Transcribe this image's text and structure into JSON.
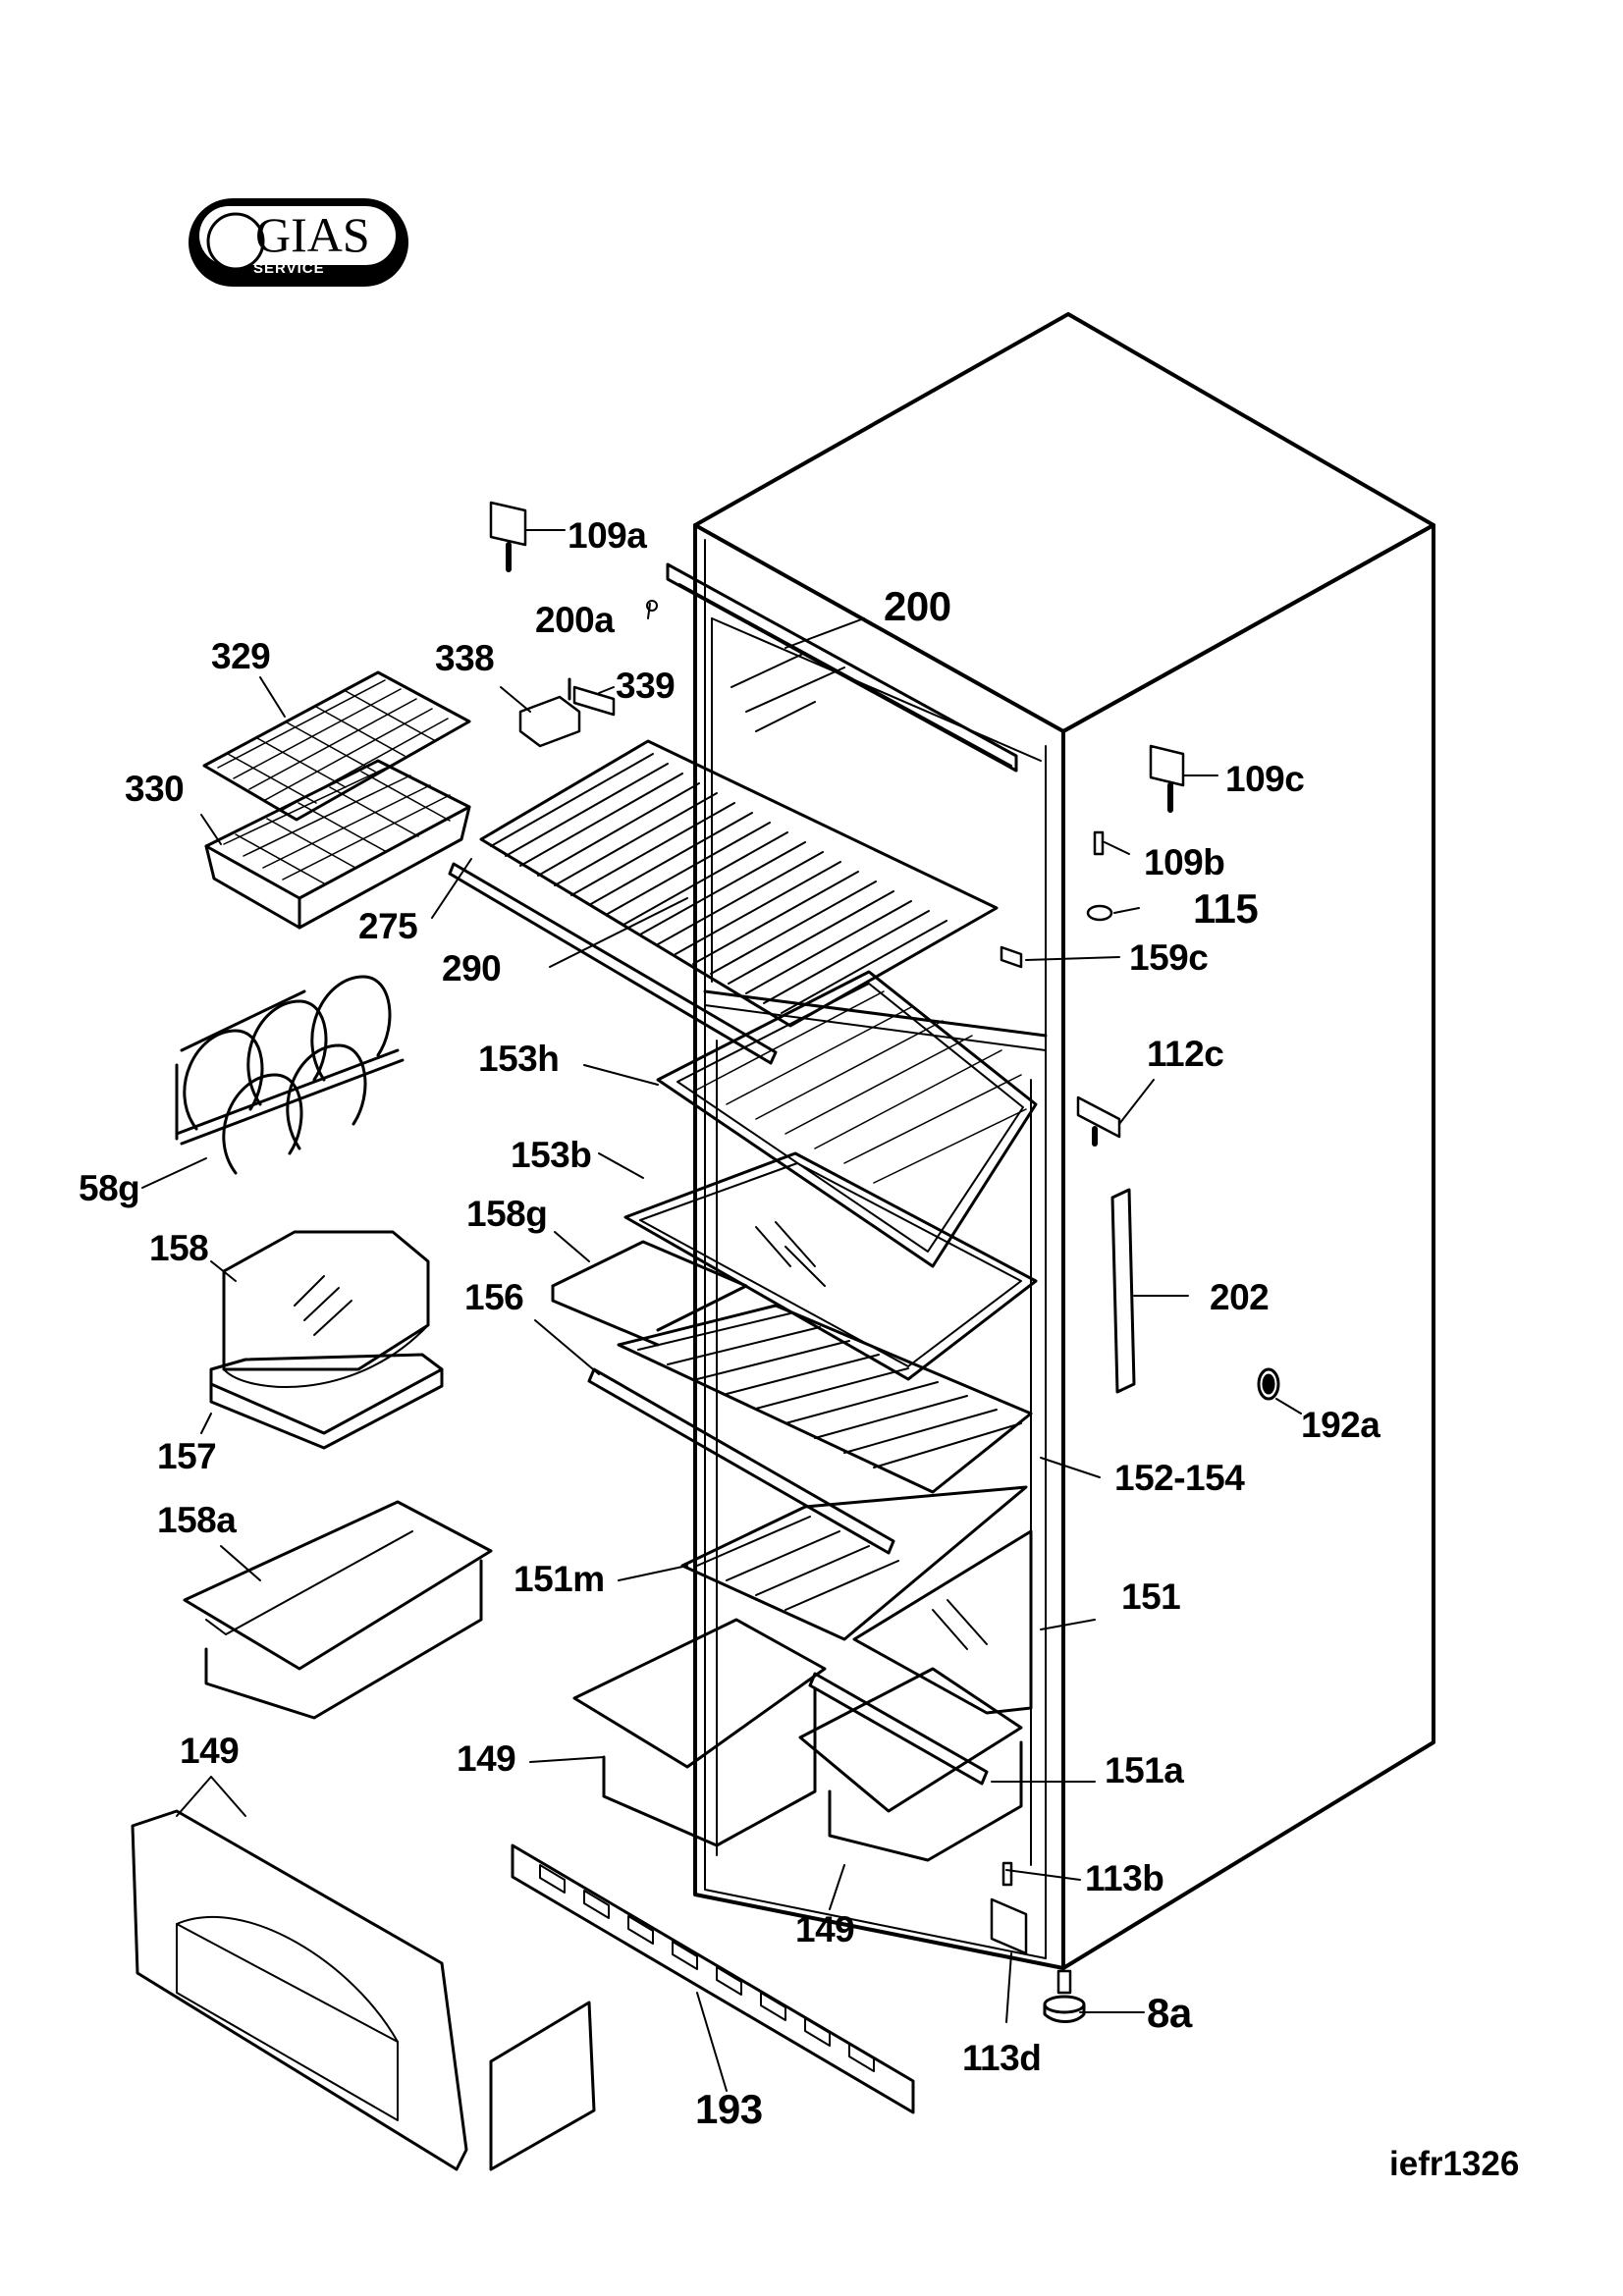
{
  "logo": {
    "wordmark": "GIAS",
    "sub": "SERVICE"
  },
  "drawing_ref": "iefr1326",
  "labels": [
    {
      "id": "109a",
      "text": "109a"
    },
    {
      "id": "200a",
      "text": "200a"
    },
    {
      "id": "200",
      "text": "200"
    },
    {
      "id": "329",
      "text": "329"
    },
    {
      "id": "338",
      "text": "338"
    },
    {
      "id": "339",
      "text": "339"
    },
    {
      "id": "330",
      "text": "330"
    },
    {
      "id": "109c",
      "text": "109c"
    },
    {
      "id": "109b",
      "text": "109b"
    },
    {
      "id": "115",
      "text": "115"
    },
    {
      "id": "275",
      "text": "275"
    },
    {
      "id": "290",
      "text": "290"
    },
    {
      "id": "159c",
      "text": "159c"
    },
    {
      "id": "153h",
      "text": "153h"
    },
    {
      "id": "112c",
      "text": "112c"
    },
    {
      "id": "58g",
      "text": "58g"
    },
    {
      "id": "153b",
      "text": "153b"
    },
    {
      "id": "158",
      "text": "158"
    },
    {
      "id": "158g",
      "text": "158g"
    },
    {
      "id": "156",
      "text": "156"
    },
    {
      "id": "202",
      "text": "202"
    },
    {
      "id": "192a",
      "text": "192a"
    },
    {
      "id": "157",
      "text": "157"
    },
    {
      "id": "152-154",
      "text": "152-154"
    },
    {
      "id": "158a",
      "text": "158a"
    },
    {
      "id": "151m",
      "text": "151m"
    },
    {
      "id": "151",
      "text": "151"
    },
    {
      "id": "149_left",
      "text": "149"
    },
    {
      "id": "149_mid",
      "text": "149"
    },
    {
      "id": "151a",
      "text": "151a"
    },
    {
      "id": "113b",
      "text": "113b"
    },
    {
      "id": "149_bottom",
      "text": "149"
    },
    {
      "id": "8a",
      "text": "8a"
    },
    {
      "id": "113d",
      "text": "113d"
    },
    {
      "id": "193",
      "text": "193"
    }
  ]
}
